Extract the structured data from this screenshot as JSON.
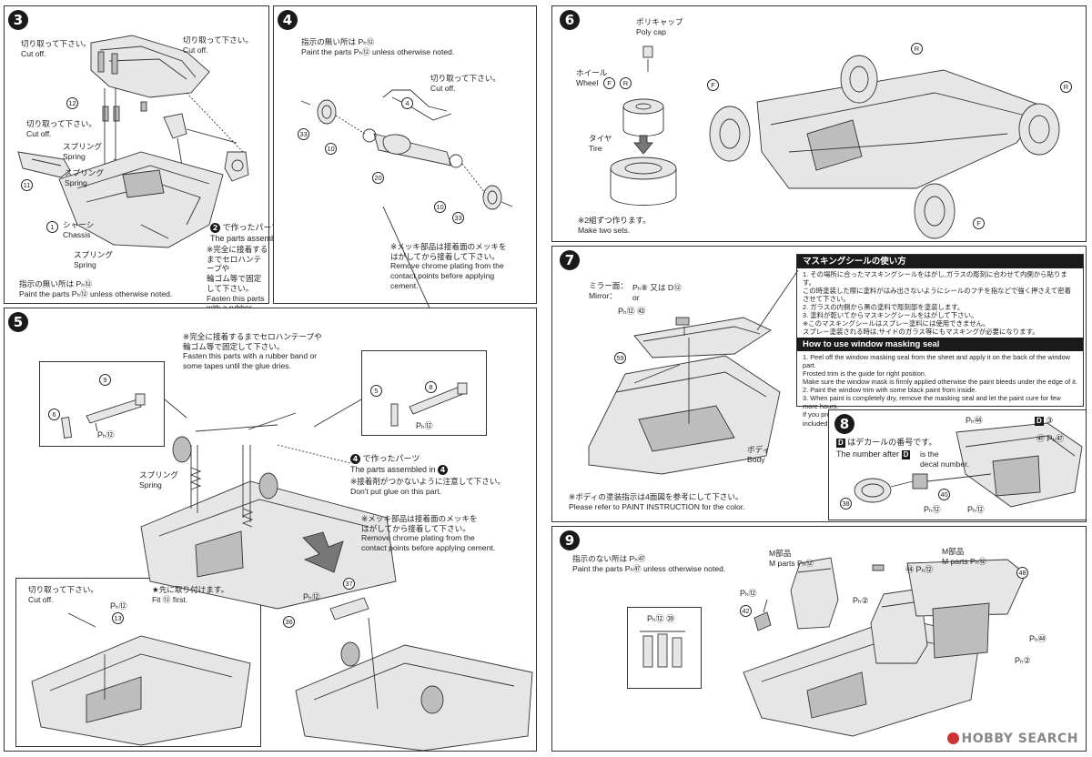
{
  "steps": {
    "s3": {
      "num": "3",
      "cut_off_1": "切り取って下さい。\nCut off.",
      "cut_off_2": "切り取って下さい。\nCut off.",
      "cut_off_3": "切り取って下さい。\nCut off.",
      "spring_1": "スプリング\nSpring",
      "spring_2": "スプリング\nSpring",
      "spring_3": "スプリング\nSpring",
      "chassis": "シャーシ\nChassis",
      "assembled_label": "で作ったパーツ",
      "assembled_en": "The parts assembled in",
      "assembled_ref": "2",
      "rubber_note": "※完全に接着するまでセロハンテープや\n  輪ゴム等で固定して下さい。\n  Fasten this parts with a rubber band or\n  some tapes until the glue dries.",
      "paint_note": "指示の無い所は Pₕ⑫\nPaint the parts Pₕ⑫ unless otherwise noted.",
      "parts": [
        "12",
        "11",
        "1",
        "2"
      ]
    },
    "s4": {
      "num": "4",
      "paint_note": "指示の無い所は Pₕ⑫\nPaint the parts Pₕ⑫ unless otherwise noted.",
      "cut_off": "切り取って下さい。\nCut off.",
      "chrome_note": "※メッキ部品は接着面のメッキを\n  はがしてから接着して下さい。\n  Remove chrome plating from the\n  contact points before applying\n  cement.",
      "parts": [
        "4",
        "33",
        "10",
        "20",
        "10",
        "33"
      ]
    },
    "s5": {
      "num": "5",
      "rubber_note": "※完全に接着するまでセロハンテープや\n  輪ゴム等で固定して下さい。\n  Fasten this parts with a rubber band or\n  some tapes until the glue dries.",
      "spring": "スプリング\nSpring",
      "assembled_label": "で作ったパーツ",
      "assembled_en": "The parts assembled in",
      "assembled_ref": "4",
      "glue_note": "※接着剤がつかないように注意して下さい。\n  Don't put glue on this part.",
      "chrome_note": "※メッキ部品は接着面のメッキを\n  はがしてから接着して下さい。\n  Remove chrome plating from the\n  contact points before applying cement.",
      "cut_off": "切り取って下さい。\nCut off.",
      "fit_first": "★先に取り付けます。\n   Fit ⑬ first.",
      "ph": "Pₕ⑫",
      "parts": [
        "6",
        "9",
        "8",
        "5",
        "13",
        "37",
        "36"
      ]
    },
    "s6": {
      "num": "6",
      "poly_cap": "ポリキャップ\nPoly cap",
      "wheel": "ホイール\nWheel",
      "tire": "タイヤ\nTire",
      "two_sets": "※2組ずつ作ります。\n  Make two sets.",
      "r": "R",
      "f": "F"
    },
    "s7": {
      "num": "7",
      "mirror": "ミラー面：\nMirror：",
      "mirror_opt": "Pₕ⑧ 又は D⑫\n        or",
      "ph43": "Pₕ⑫ ㊸",
      "part59": "59",
      "body": "ボディ\nBody",
      "paint_ref": "※ボディの塗装指示は4面図を参考にして下さい。\n  Please refer to PAINT INSTRUCTION for the color.",
      "mask_jp_title": "マスキングシールの使い方",
      "mask_jp_body": "1. その場所に合ったマスキングシールをはがし,ガラスの彫刻に合わせて内側から貼ります。\n   この時塗装した際に塗料がはみ出さないようにシールのフチを指などで強く押さえて密着させて下さい。\n2. ガラスの内側から黒の塗料で彫刻部を塗装します。\n3. 塗料が乾いてからマスキングシールをはがして下さい。\n※このマスキングシールはスプレー塗料には使用できません。\n  スプレー塗装される時は,サイドのガラス等にもマスキングが必要になります。",
      "mask_en_title": "How to use window masking seal",
      "mask_en_body": "1. Peel off the window masking seal from the sheet and apply it on the back of the window part.\n   Frosted trim is the guide for right position.\n   Make sure the window mask is firmly applied otherwise the paint bleeds under the edge of it.\n2. Paint the window trim with some black paint from inside.\n3. When paint is completely dry, remove the masking seal and let the paint cure for few more hours.\n   If you prefer to use airbrush or spray sol, make another masking outside the window(not included)."
    },
    "s8": {
      "num": "8",
      "decal_note_jp": "はデカールの番号です。",
      "decal_note_en1": "The number after",
      "decal_note_en2": "is the\ndecal number.",
      "d": "D",
      "ph44": "Pₕ㊹",
      "d3": "③",
      "p41": "㊶ Pₕ㊼",
      "p38": "38",
      "p40": "40",
      "ph12": "Pₕ⑫"
    },
    "s9": {
      "num": "9",
      "paint_note": "指示のない所は Pₕ㊼\nPaint the parts Pₕ㊼ unless otherwise noted.",
      "m_parts_1": "M部品\nM parts Pₕ⑫",
      "m_parts_2": "M部品\nM parts Pₕ⑫",
      "ph2": "Pₕ②",
      "ph2b": "Pₕ②",
      "ph12a": "Pₕ⑫",
      "ph12b": "Pₕ⑫ ㊴",
      "ph44": "Pₕ㊹",
      "p44": "㊹ Pₕ⑫",
      "p42": "42",
      "p48": "48"
    }
  },
  "watermark": "HOBBY SEARCH"
}
